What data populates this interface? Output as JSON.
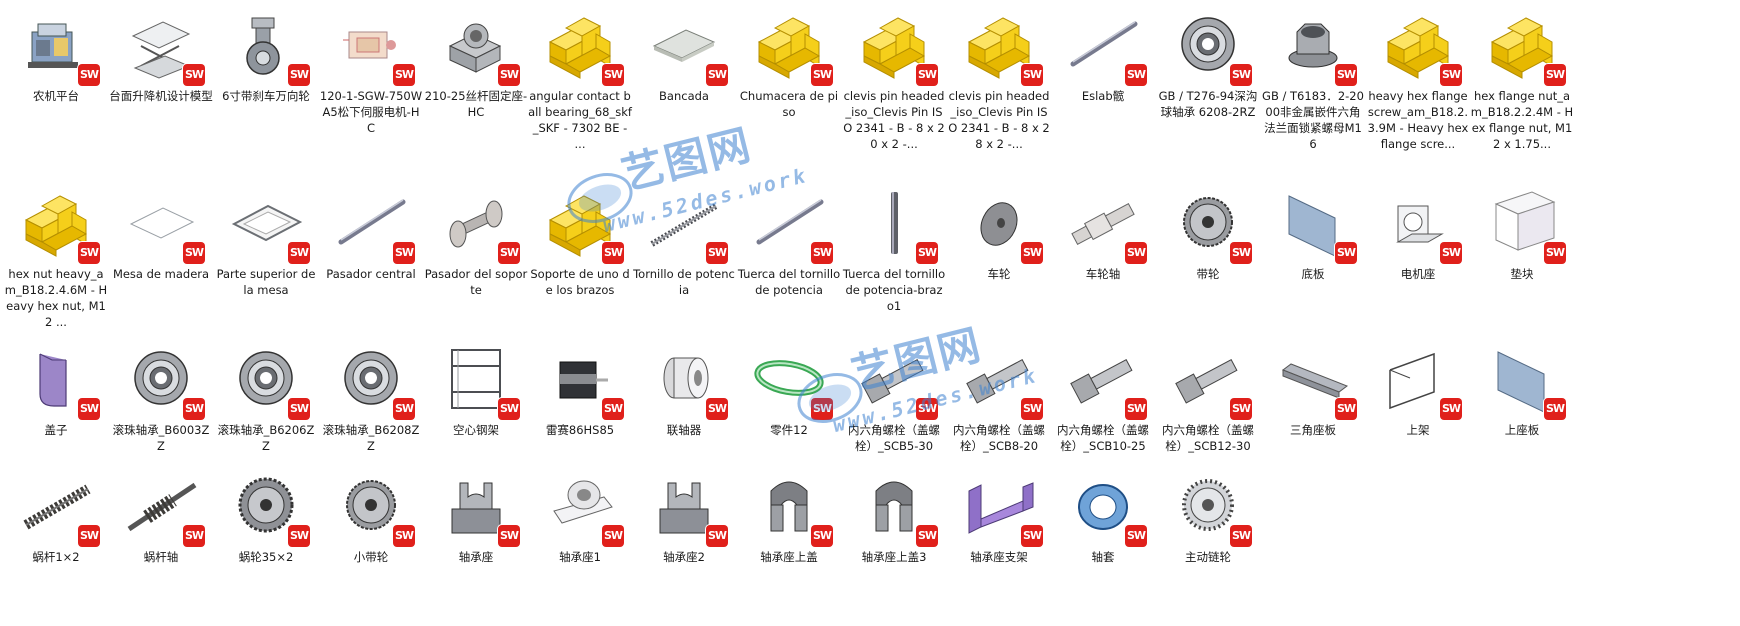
{
  "rows": [
    {
      "items": [
        {
          "label": "农机平台",
          "icon": "machine-assembly-icon"
        },
        {
          "label": "台面升降机设计模型",
          "icon": "scissor-lift-table-icon"
        },
        {
          "label": "6寸带刹车万向轮",
          "icon": "caster-wheel-icon"
        },
        {
          "label": "120-1-SGW-750WA5松下伺服电机-HC",
          "icon": "servo-motor-icon"
        },
        {
          "label": "210-25丝杆固定座-HC",
          "icon": "bearing-block-icon"
        },
        {
          "label": "angular contact ball bearing_68_skf_SKF - 7302 BE - ...",
          "icon": "yellow-placeholder-part-icon"
        },
        {
          "label": "Bancada",
          "icon": "flat-plate-icon"
        },
        {
          "label": "Chumacera de piso",
          "icon": "yellow-placeholder-part-icon"
        },
        {
          "label": "clevis pin headed_iso_Clevis Pin ISO 2341 - B - 8 x 20 x 2 -...",
          "icon": "yellow-placeholder-part-icon"
        },
        {
          "label": "clevis pin headed_iso_Clevis Pin ISO 2341 - B - 8 x 28 x 2 -...",
          "icon": "yellow-placeholder-part-icon"
        },
        {
          "label": "Eslab髋",
          "icon": "rod-icon"
        },
        {
          "label": "GB / T276-94深沟球轴承 6208-2RZ",
          "icon": "ball-bearing-icon"
        },
        {
          "label": "GB / T6183．2-2000非金属嵌件六角法兰面锁紧螺母M16",
          "icon": "hex-flange-nut-icon"
        },
        {
          "label": "heavy hex flange screw_am_B18.2.3.9M - Heavy hex flange scre...",
          "icon": "yellow-placeholder-part-icon"
        },
        {
          "label": "hex flange nut_am_B18.2.2.4M - Hex flange nut, M12 x 1.75...",
          "icon": "yellow-placeholder-part-icon"
        }
      ]
    },
    {
      "items": [
        {
          "label": "hex nut heavy_am_B18.2.4.6M - Heavy hex nut,  M12 ...",
          "icon": "yellow-placeholder-part-icon"
        },
        {
          "label": "Mesa de madera",
          "icon": "thin-sheet-icon"
        },
        {
          "label": "Parte superior de la mesa",
          "icon": "frame-plate-icon"
        },
        {
          "label": "Pasador central",
          "icon": "rod-icon"
        },
        {
          "label": "Pasador del soporte",
          "icon": "spool-shaft-icon"
        },
        {
          "label": "Soporte de uno de los brazos",
          "icon": "yellow-placeholder-part-icon"
        },
        {
          "label": "Tornillo de potencia",
          "icon": "lead-screw-icon"
        },
        {
          "label": "Tuerca del tornillo de potencia",
          "icon": "rod-icon"
        },
        {
          "label": "Tuerca del tornillo de potencia-brazo1",
          "icon": "vertical-rod-icon"
        },
        {
          "label": "车轮",
          "icon": "disc-wheel-icon"
        },
        {
          "label": "车轮轴",
          "icon": "stepped-shaft-icon"
        },
        {
          "label": "带轮",
          "icon": "timing-pulley-icon"
        },
        {
          "label": "底板",
          "icon": "blue-plate-icon"
        },
        {
          "label": "电机座",
          "icon": "motor-mount-icon"
        },
        {
          "label": "垫块",
          "icon": "white-block-icon"
        }
      ]
    },
    {
      "items": [
        {
          "label": "盖子",
          "icon": "purple-cap-icon"
        },
        {
          "label": "滚珠轴承_B6003ZZ",
          "icon": "ball-bearing-icon"
        },
        {
          "label": "滚珠轴承_B6206ZZ",
          "icon": "ball-bearing-icon"
        },
        {
          "label": "滚珠轴承_B6208ZZ",
          "icon": "ball-bearing-icon"
        },
        {
          "label": "空心钢架",
          "icon": "steel-frame-icon"
        },
        {
          "label": "雷赛86HS85",
          "icon": "stepper-motor-icon"
        },
        {
          "label": "联轴器",
          "icon": "coupling-icon"
        },
        {
          "label": "零件12",
          "icon": "green-belt-icon"
        },
        {
          "label": "内六角螺栓（盖螺栓）_SCB5-30",
          "icon": "socket-bolt-icon"
        },
        {
          "label": "内六角螺栓（盖螺栓）_SCB8-20",
          "icon": "socket-bolt-icon"
        },
        {
          "label": "内六角螺栓（盖螺栓）_SCB10-25",
          "icon": "socket-bolt-icon"
        },
        {
          "label": "内六角螺栓（盖螺栓）_SCB12-30",
          "icon": "socket-bolt-icon"
        },
        {
          "label": "三角座板",
          "icon": "long-plate-icon"
        },
        {
          "label": "上架",
          "icon": "wire-frame-icon"
        },
        {
          "label": "上座板",
          "icon": "blue-plate-icon"
        }
      ]
    },
    {
      "items": [
        {
          "label": "蜗杆1×2",
          "icon": "worm-gear-icon"
        },
        {
          "label": "蜗杆轴",
          "icon": "worm-shaft-icon"
        },
        {
          "label": "蜗轮35×2",
          "icon": "spur-gear-icon"
        },
        {
          "label": "小带轮",
          "icon": "timing-pulley-icon"
        },
        {
          "label": "轴承座",
          "icon": "pillow-block-icon"
        },
        {
          "label": "轴承座1",
          "icon": "white-bearing-seat-icon"
        },
        {
          "label": "轴承座2",
          "icon": "pillow-block-icon"
        },
        {
          "label": "轴承座上盖",
          "icon": "bearing-cap-icon"
        },
        {
          "label": "轴承座上盖3",
          "icon": "bearing-cap-icon"
        },
        {
          "label": "轴承座支架",
          "icon": "purple-bracket-icon"
        },
        {
          "label": "轴套",
          "icon": "blue-ring-icon"
        },
        {
          "label": "主动链轮",
          "icon": "sprocket-icon"
        }
      ]
    }
  ],
  "badge_text": "SW",
  "watermark": {
    "cn": "艺图网",
    "url": "www.52des.work"
  },
  "colors": {
    "badge": "#e0201b",
    "placeholder_yellow": "#f5cf1a",
    "watermark_blue": "#3f83d1"
  }
}
